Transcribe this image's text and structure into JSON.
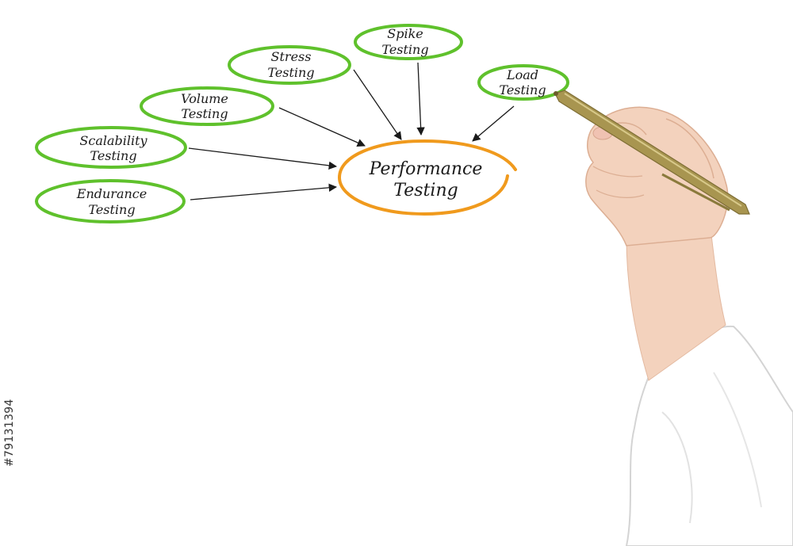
{
  "diagram": {
    "center": {
      "line1": "Performance",
      "line2": "Testing"
    },
    "nodes": [
      {
        "id": "endurance",
        "line1": "Endurance",
        "line2": "Testing"
      },
      {
        "id": "scalability",
        "line1": "Scalability",
        "line2": "Testing"
      },
      {
        "id": "volume",
        "line1": "Volume",
        "line2": "Testing"
      },
      {
        "id": "stress",
        "line1": "Stress",
        "line2": "Testing"
      },
      {
        "id": "spike",
        "line1": "Spike",
        "line2": "Testing"
      },
      {
        "id": "load",
        "line1": "Load",
        "line2": "Testing"
      }
    ]
  },
  "stock_id": "#79131394",
  "colors": {
    "node_outline": "#5fc12c",
    "center_outline": "#f09a1d",
    "arrow": "#1a1a1a",
    "pen_body": "#a89550",
    "skin": "#f3d2bd",
    "sleeve": "#ffffff"
  },
  "icons": {
    "hand": "hand-holding-pen",
    "pen": "gold-pen-icon"
  }
}
